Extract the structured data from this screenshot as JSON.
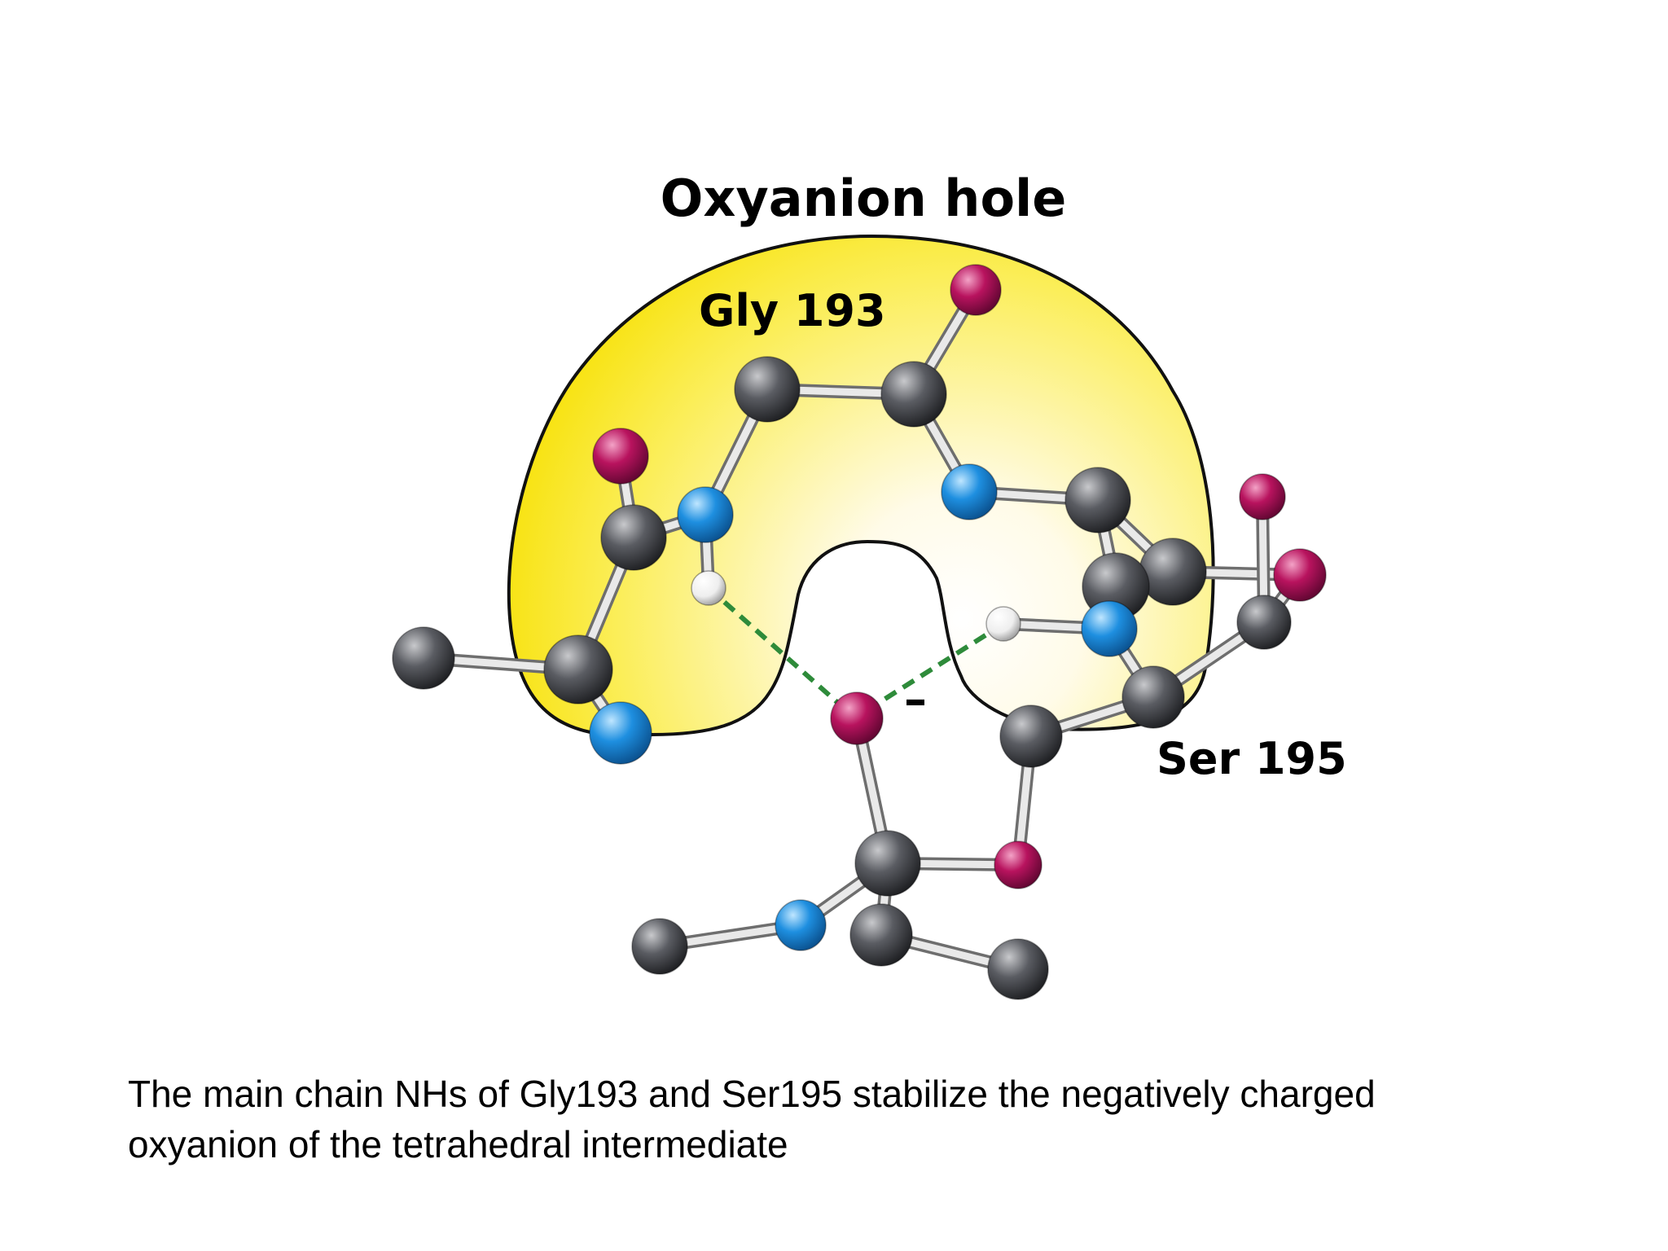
{
  "diagram": {
    "title": "Oxyanion hole",
    "residue_gly": "Gly 193",
    "residue_ser": "Ser 195",
    "charge_symbol": "–"
  },
  "caption": {
    "line1": "The main chain NHs of Gly193 and Ser195 stabilize the negatively charged",
    "line2": "oxyanion of the tetrahedral intermediate"
  },
  "colors": {
    "pocket_yellow": "#f7e000",
    "pocket_highlight": "#fffbe8",
    "carbon": "#4a4c52",
    "nitrogen": "#1e8fe0",
    "oxygen": "#b8135e",
    "hydrogen": "#f0f0f0",
    "hbond": "#2e8b3a"
  }
}
